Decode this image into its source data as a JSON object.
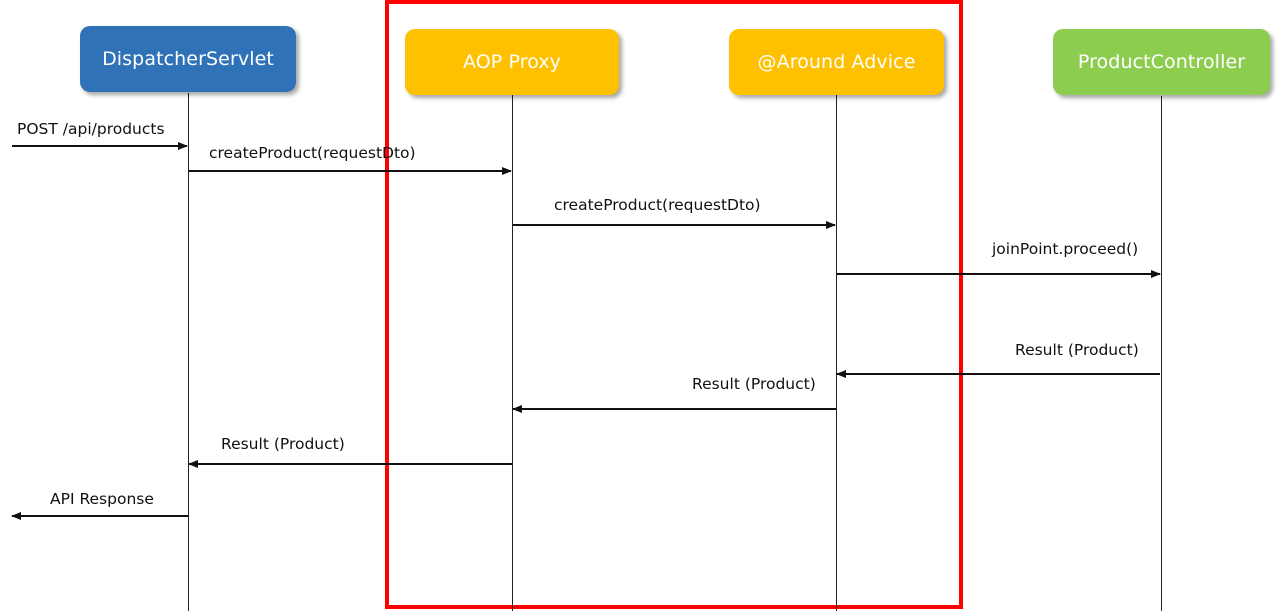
{
  "participants": [
    {
      "id": "dispatcher",
      "label": "DispatcherServlet",
      "color": "#2f72b8"
    },
    {
      "id": "proxy",
      "label": "AOP Proxy",
      "color": "#ffc000"
    },
    {
      "id": "advice",
      "label": "@Around Advice",
      "color": "#ffc000"
    },
    {
      "id": "controller",
      "label": "ProductController",
      "color": "#8ccd50"
    }
  ],
  "highlight_color": "#ff0000",
  "messages": [
    {
      "label": "POST /api/products",
      "from": "external",
      "to": "dispatcher"
    },
    {
      "label": "createProduct(requestDto)",
      "from": "dispatcher",
      "to": "proxy"
    },
    {
      "label": "createProduct(requestDto)",
      "from": "proxy",
      "to": "advice"
    },
    {
      "label": "joinPoint.proceed()",
      "from": "advice",
      "to": "controller"
    },
    {
      "label": "Result (Product)",
      "from": "controller",
      "to": "advice"
    },
    {
      "label": "Result (Product)",
      "from": "advice",
      "to": "proxy"
    },
    {
      "label": "Result (Product)",
      "from": "proxy",
      "to": "dispatcher"
    },
    {
      "label": "API Response",
      "from": "dispatcher",
      "to": "external"
    }
  ]
}
